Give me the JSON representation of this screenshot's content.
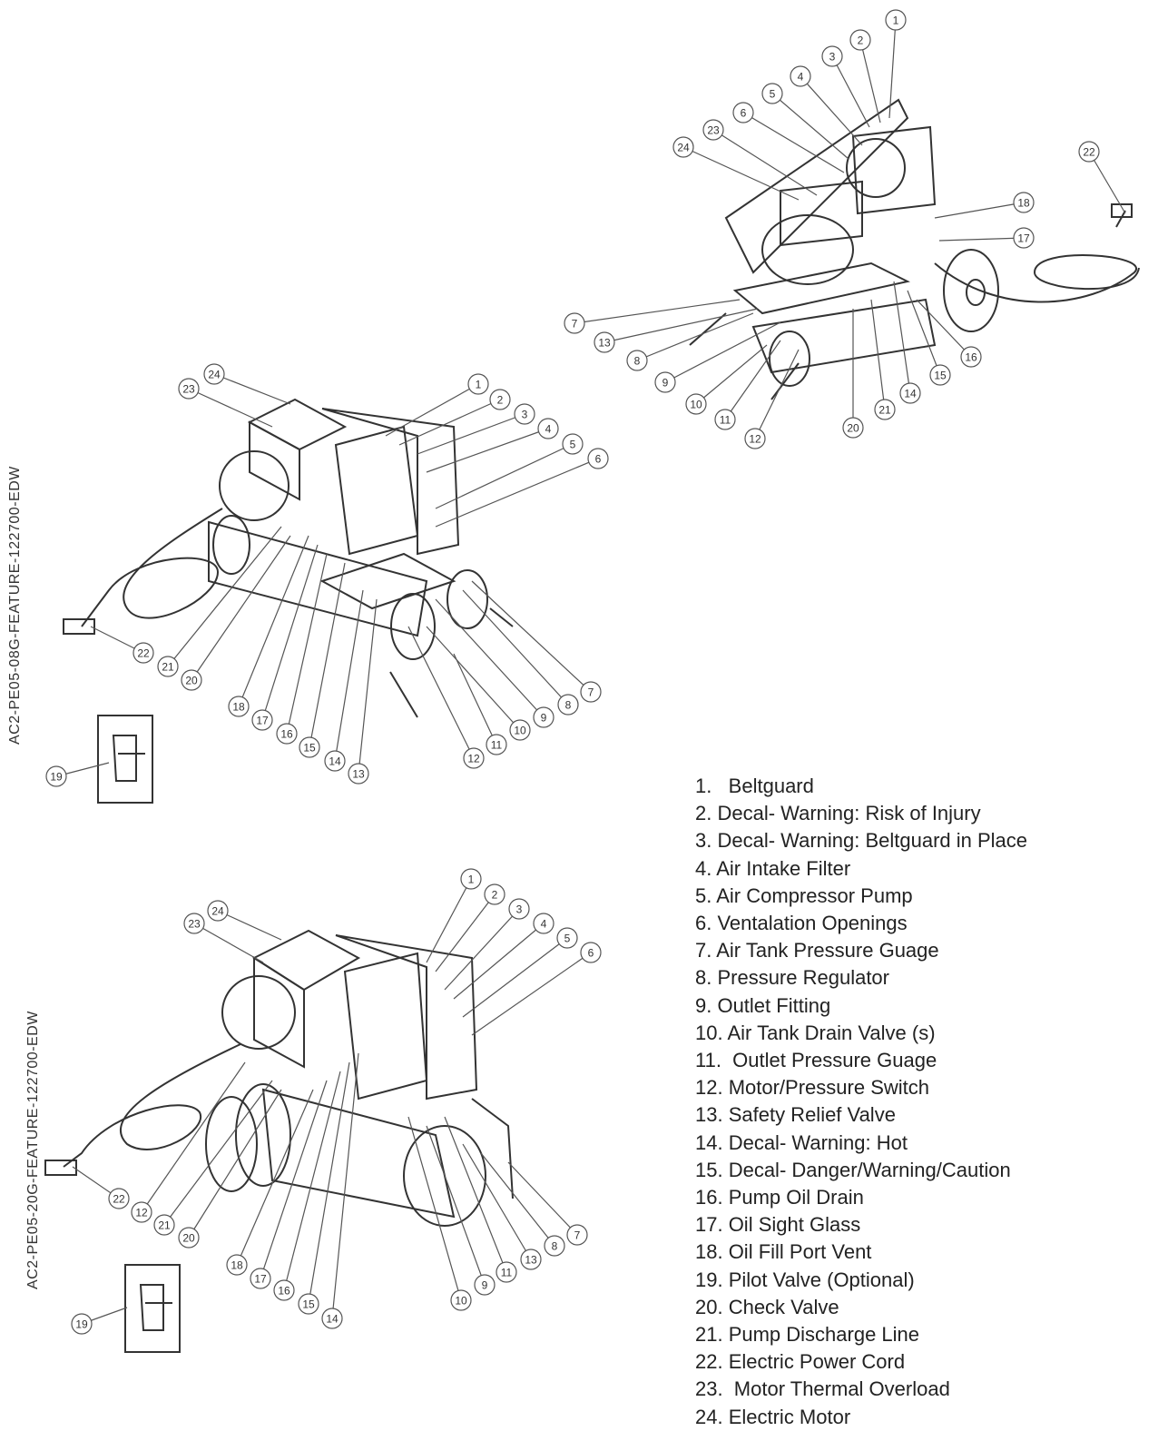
{
  "side_labels": {
    "top": "AC2-PE05-08G-FEATURE-122700-EDW",
    "bottom": "AC2-PE05-20G-FEATURE-122700-EDW"
  },
  "legend": [
    "1.   Beltguard",
    "2. Decal- Warning: Risk of Injury",
    "3. Decal- Warning: Beltguard in Place",
    "4. Air Intake Filter",
    "5. Air Compressor Pump",
    "6. Ventalation Openings",
    "7. Air Tank Pressure Guage",
    "8. Pressure Regulator",
    "9. Outlet Fitting",
    "10. Air Tank Drain Valve (s)",
    "11.  Outlet Pressure Guage",
    "12. Motor/Pressure Switch",
    "13. Safety Relief Valve",
    "14. Decal- Warning: Hot",
    "15. Decal- Danger/Warning/Caution",
    "16. Pump Oil Drain",
    "17. Oil Sight Glass",
    "18. Oil Fill Port Vent",
    "19. Pilot Valve (Optional)",
    "20. Check Valve",
    "21. Pump Discharge Line",
    "22. Electric Power Cord",
    "23.  Motor Thermal Overload",
    "24. Electric Motor"
  ],
  "callouts": {
    "top_right": [
      "1",
      "2",
      "3",
      "4",
      "5",
      "6",
      "23",
      "24",
      "22",
      "18",
      "17",
      "7",
      "13",
      "8",
      "9",
      "10",
      "11",
      "12",
      "20",
      "21",
      "14",
      "15",
      "16"
    ],
    "middle_left": [
      "24",
      "23",
      "1",
      "2",
      "3",
      "4",
      "5",
      "6",
      "7",
      "8",
      "9",
      "10",
      "11",
      "12",
      "13",
      "14",
      "15",
      "16",
      "17",
      "18",
      "20",
      "21",
      "22",
      "19"
    ],
    "bottom_left": [
      "1",
      "2",
      "3",
      "4",
      "5",
      "6",
      "24",
      "23",
      "7",
      "8",
      "13",
      "11",
      "9",
      "10",
      "22",
      "12",
      "21",
      "20",
      "18",
      "17",
      "16",
      "15",
      "14",
      "19"
    ]
  }
}
